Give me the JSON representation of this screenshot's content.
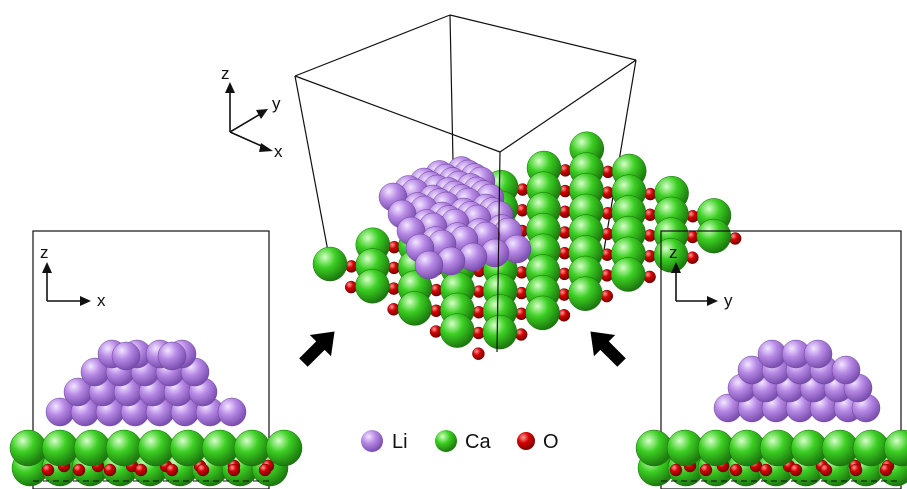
{
  "center_view": {
    "axes": {
      "z": "z",
      "y": "y",
      "x": "x"
    }
  },
  "left_view": {
    "axes": {
      "z": "z",
      "x": "x"
    }
  },
  "right_view": {
    "axes": {
      "z": "z",
      "y": "y"
    }
  },
  "legend": {
    "items": [
      {
        "label": "Li",
        "color": "#b07ee0"
      },
      {
        "label": "Ca",
        "color": "#3ccf23"
      },
      {
        "label": "O",
        "color": "#cc0000"
      }
    ]
  },
  "colors": {
    "li": "#b07ee0",
    "ca": "#3ccf23",
    "o": "#cc0000",
    "frame": "#111111",
    "arrow": "#000000"
  },
  "icons": [
    "arrow-up-right-icon",
    "arrow-up-left-icon"
  ]
}
